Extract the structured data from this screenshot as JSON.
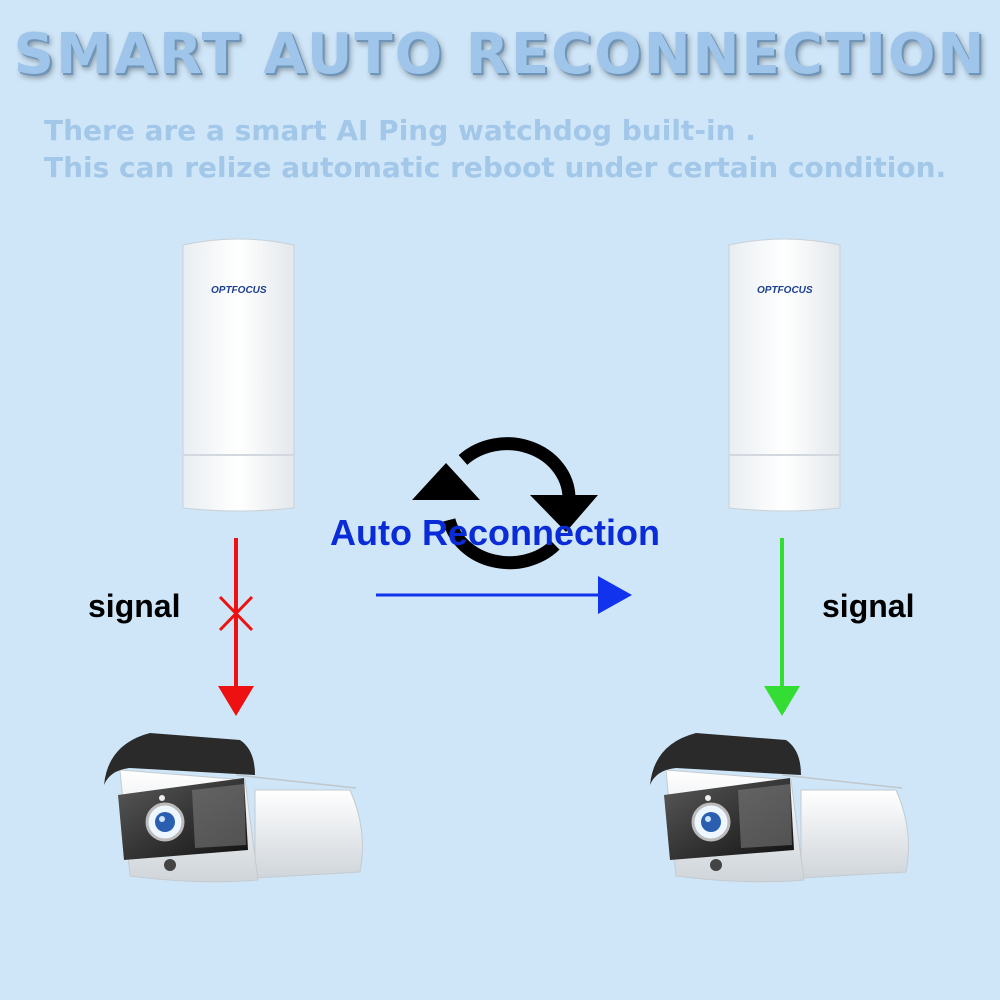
{
  "header": {
    "title": "SMART AUTO RECONNECTION",
    "subtitle_line1": "There are a smart AI Ping watchdog built-in .",
    "subtitle_line2": "This can relize automatic reboot under certain condition."
  },
  "diagram": {
    "left_signal_label": "signal",
    "right_signal_label": "signal",
    "center_label": "Auto Reconnection",
    "cpe_brand": "OPTFOCUS",
    "left_link_status": "failed",
    "right_link_status": "ok"
  },
  "colors": {
    "background": "#cfe6f8",
    "failed_arrow": "#ee1111",
    "ok_arrow": "#33dd33",
    "reconnect_arrow": "#1133ee",
    "title_text": "#9fc6ea"
  },
  "icons": [
    "wifi-cpe-device",
    "bullet-camera",
    "cycle-arrows-icon",
    "cross-mark-icon"
  ]
}
